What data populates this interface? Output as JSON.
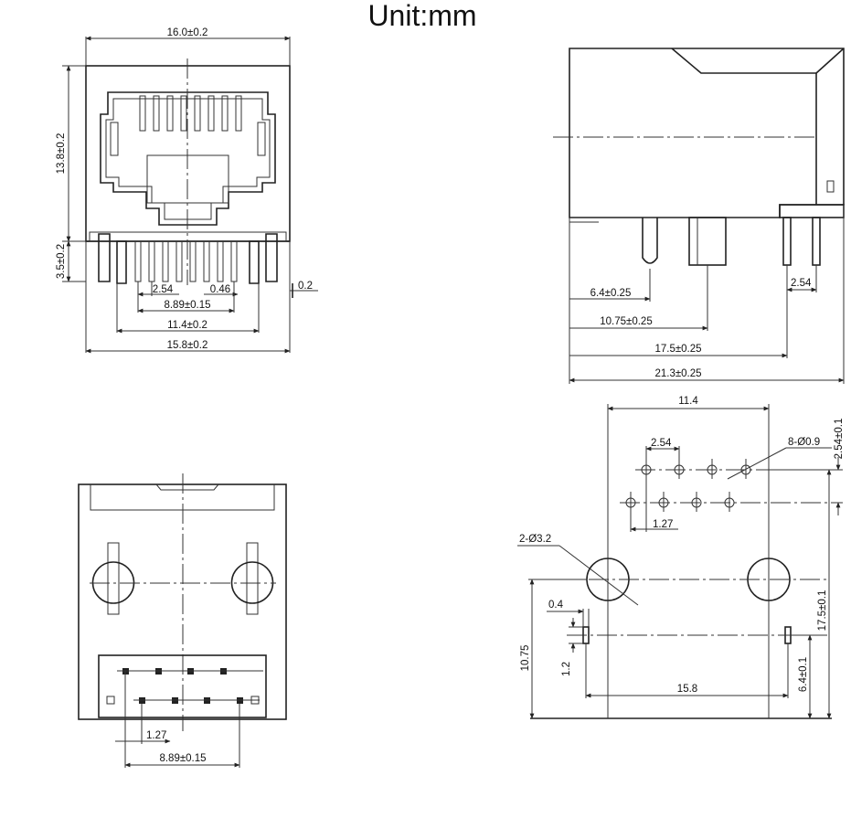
{
  "title": "Unit:mm",
  "front_view": {
    "width": "16.0±0.2",
    "height": "13.8±0.2",
    "pin_height": "3.5±0.2",
    "pitch": "2.54",
    "pin_width": "0.46",
    "pin_span": "8.89±0.15",
    "tab_span": "11.4±0.2",
    "base_width": "15.8±0.2",
    "offset": "0.2"
  },
  "side_view": {
    "d1": "6.4±0.25",
    "d2": "10.75±0.25",
    "d3": "17.5±0.25",
    "d4": "21.3±0.25",
    "pitch": "2.54"
  },
  "bottom_view": {
    "pitch": "1.27",
    "pin_span": "8.89±0.15"
  },
  "pcb_layout": {
    "width": "11.4",
    "pitch": "2.54",
    "holes": "8-Ø0.9",
    "row_spacing": "2.54±0.1",
    "half_pitch": "1.27",
    "mount_holes": "2-Ø3.2",
    "offset": "0.4",
    "tab_w": "1.2",
    "tab_span": "15.8",
    "h1": "10.75",
    "h2": "17.5±0.1",
    "h3": "6.4±0.1"
  }
}
